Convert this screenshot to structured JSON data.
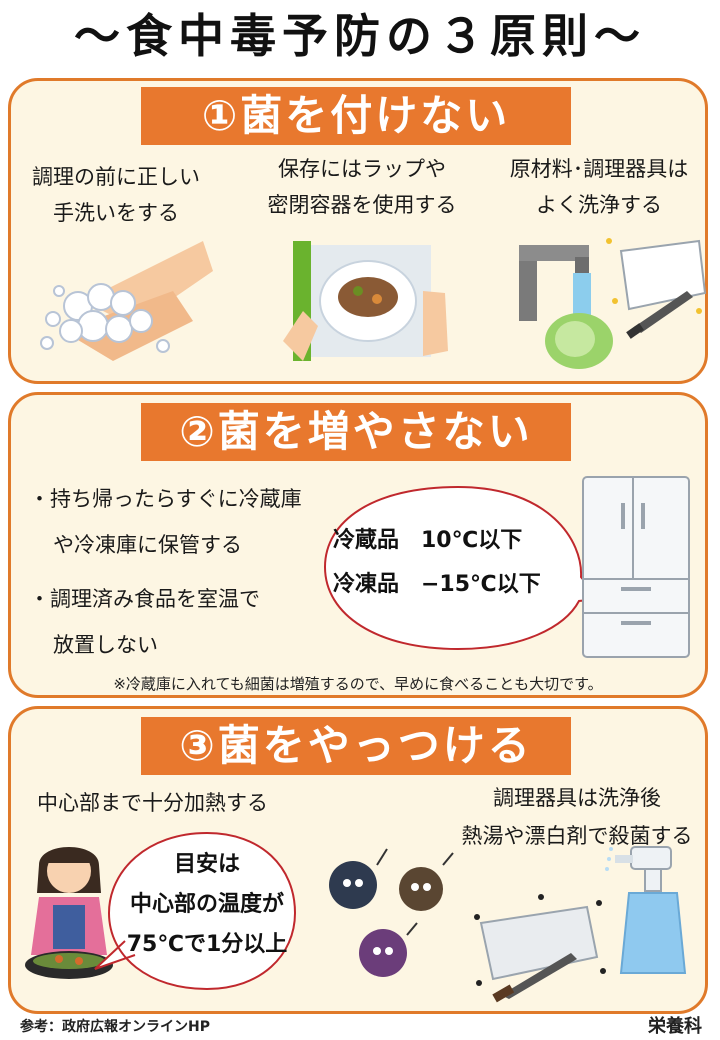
{
  "title": "〜食中毒予防の３原則〜",
  "section1": {
    "heading": "①菌を付けない",
    "item1": {
      "line1": "調理の前に正しい",
      "line2": "手洗いをする",
      "icon": "handwashing-icon"
    },
    "item2": {
      "line1": "保存にはラップや",
      "line2": "密閉容器を使用する",
      "icon": "food-wrap-icon"
    },
    "item3": {
      "line1": "原材料･調理器具は",
      "line2": "よく洗浄する",
      "icon": "faucet-cutting-board-icon"
    }
  },
  "section2": {
    "heading": "②菌を増やさない",
    "point1": {
      "line1": "・持ち帰ったらすぐに冷蔵庫",
      "line2": "や冷凍庫に保管する"
    },
    "point2": {
      "line1": "・調理済み食品を室温で",
      "line2": "放置しない"
    },
    "bubble": {
      "line1": "冷蔵品　10℃以下",
      "line2": "冷凍品　−15℃以下"
    },
    "note": "※冷蔵庫に入れても細菌は増殖するので、早めに食べることも大切です。",
    "icon": "refrigerator-icon"
  },
  "section3": {
    "heading": "③菌をやっつける",
    "left_text": "中心部まで十分加熱する",
    "bubble": {
      "line1": "目安は",
      "line2": "中心部の温度が",
      "line3": "75℃で1分以上"
    },
    "right_text": {
      "line1": "調理器具は洗浄後",
      "line2": "熱湯や漂白剤で殺菌する"
    },
    "icons": [
      "cooking-woman-icon",
      "germs-icon",
      "cutting-board-knife-icon",
      "spray-bottle-icon"
    ]
  },
  "footer": {
    "reference": "参考：政府広報オンラインHP",
    "department": "栄養科"
  },
  "colors": {
    "accent": "#e8782e",
    "panel_border": "#e07a2a",
    "panel_bg": "#fdf6e3",
    "bubble_border": "#c0282d"
  }
}
